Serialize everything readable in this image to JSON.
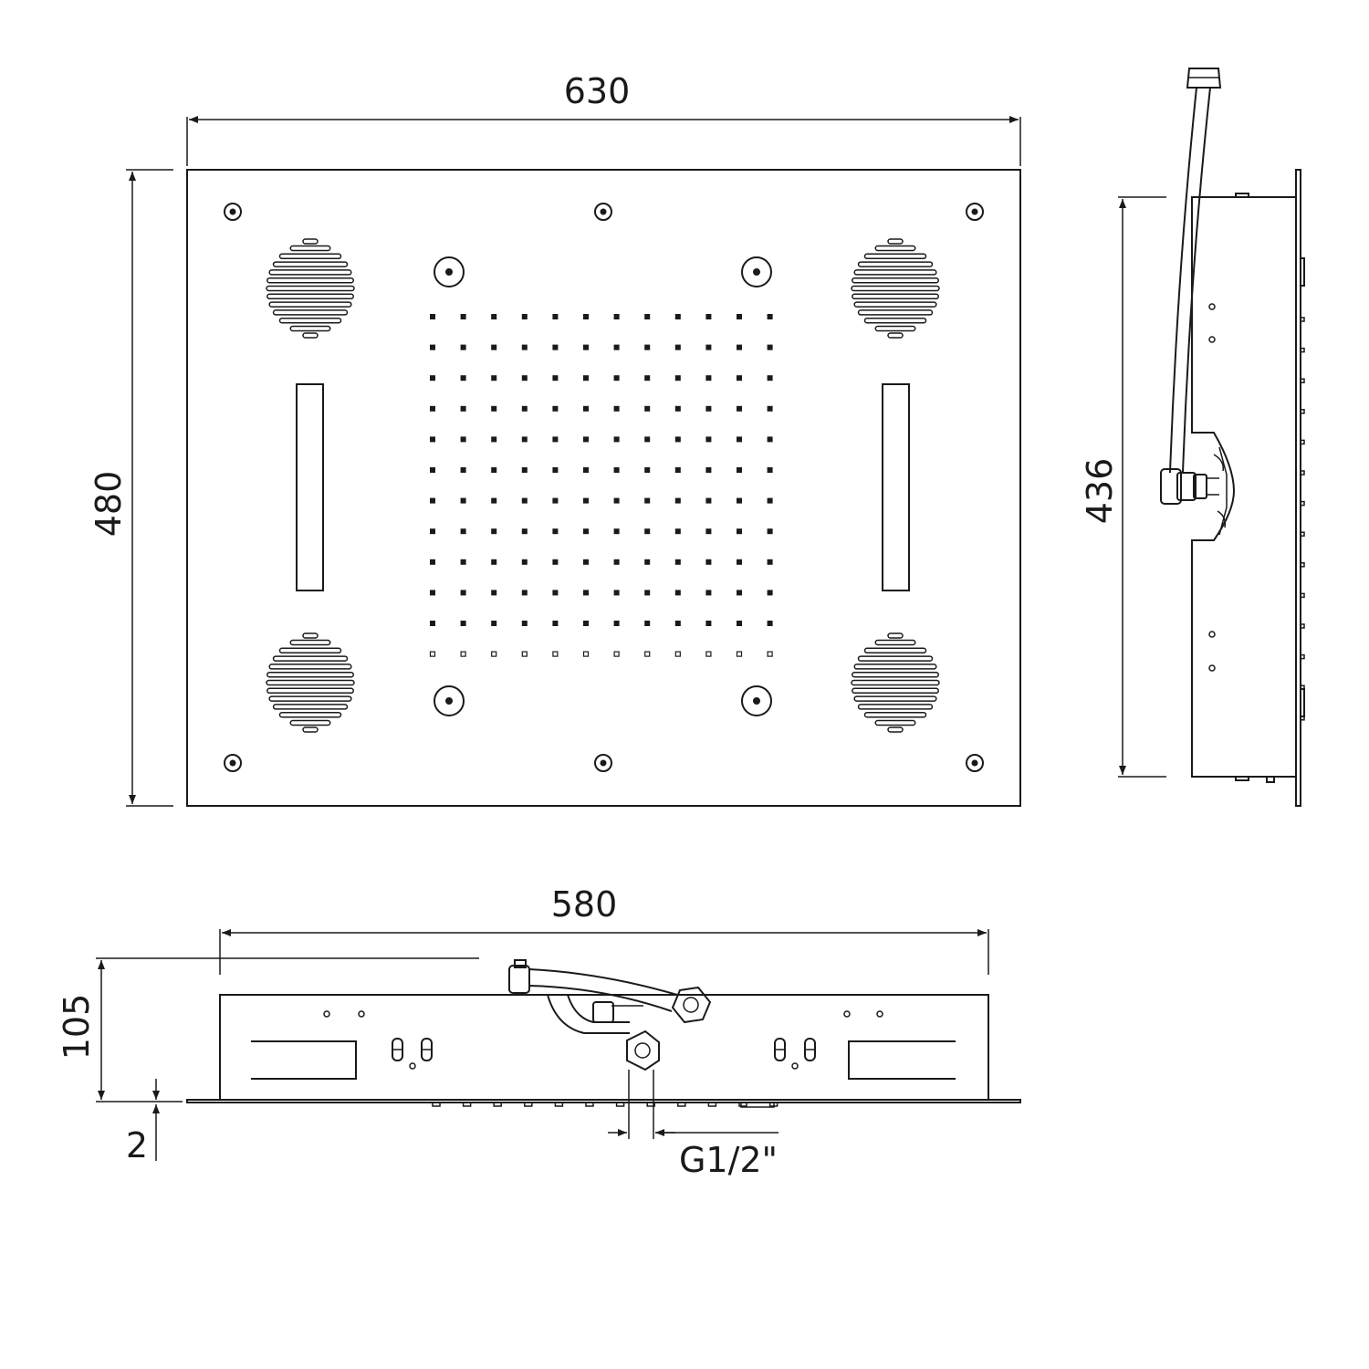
{
  "dimensions": {
    "width": "630",
    "height": "480",
    "side_height": "436",
    "body_width": "580",
    "depth": "105",
    "plate": "2",
    "thread": "G1/2\""
  }
}
